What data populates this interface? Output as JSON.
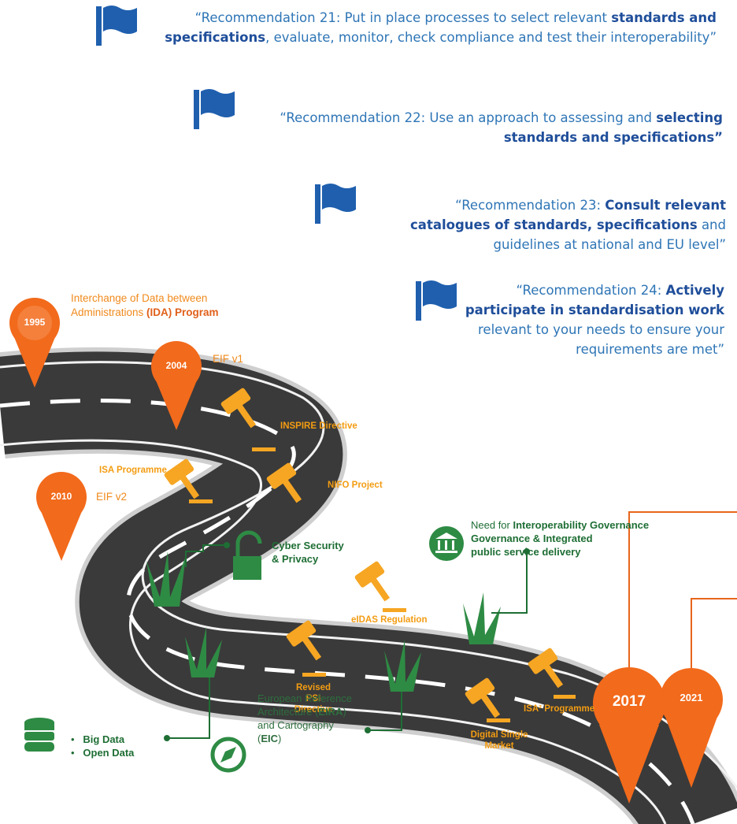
{
  "recommendations": [
    {
      "pre": "“Recommendation 21: Put in place processes to select relevant ",
      "bold": "standards and specifications",
      "post": ", evaluate, monitor, check compliance and test their interoperability”"
    },
    {
      "pre": "“Recommendation 22: Use an approach to assessing and ",
      "bold": "selecting standards and specifications”",
      "post": ""
    },
    {
      "pre": "“Recommendation 23: ",
      "bold": "Consult relevant catalogues of standards, specifications",
      "post": " and guidelines at national and EU level”"
    },
    {
      "pre": "“Recommendation 24: ",
      "bold": "Actively participate in standardisation work",
      "post": " relevant to your needs to ensure your requirements are met”"
    }
  ],
  "milestones": {
    "ida": {
      "year": "1995",
      "pre": "Interchange of Data between Administrations ",
      "bold": "(IDA) Program"
    },
    "eif1": {
      "year": "2004",
      "label": "EIF v1"
    },
    "eif2": {
      "year": "2010",
      "label": "EIF v2"
    },
    "y2017": {
      "year": "2017"
    },
    "y2021": {
      "year": "2021"
    }
  },
  "gavels": {
    "inspire": "INSPIRE Directive",
    "isa": "ISA Programme",
    "nifo": "NIFO Project",
    "eidas": "eIDAS Regulation",
    "psi": "Revised PSI Directive",
    "isa2": "ISA² Programme",
    "dsm": "Digital Single Market"
  },
  "green": {
    "cyber": "Cyber Security & Privacy",
    "governance_pre": "Need for ",
    "governance_bold1": "Interoperability Governance",
    "governance_mid": " & ",
    "governance_bold2": "Integrated public service delivery",
    "bigdata": [
      "Big Data",
      "Open Data"
    ],
    "eira_pre": "European Reference Architecture (",
    "eira_b1": "EIRA",
    "eira_mid": ") and Cartography (",
    "eira_b2": "EIC",
    "eira_post": ")"
  },
  "colors": {
    "flag": "#1f5fae",
    "rec_text": "#2e75b6",
    "rec_bold": "#1f4e9a",
    "orange": "#f26a1b",
    "gavel": "#f6a623",
    "green": "#2e8b44",
    "road": "#3a3a3a"
  },
  "icons": [
    "flag-icon",
    "map-pin-icon",
    "gavel-icon",
    "padlock-icon",
    "bank-icon",
    "database-icon",
    "compass-icon",
    "grass-icon"
  ]
}
